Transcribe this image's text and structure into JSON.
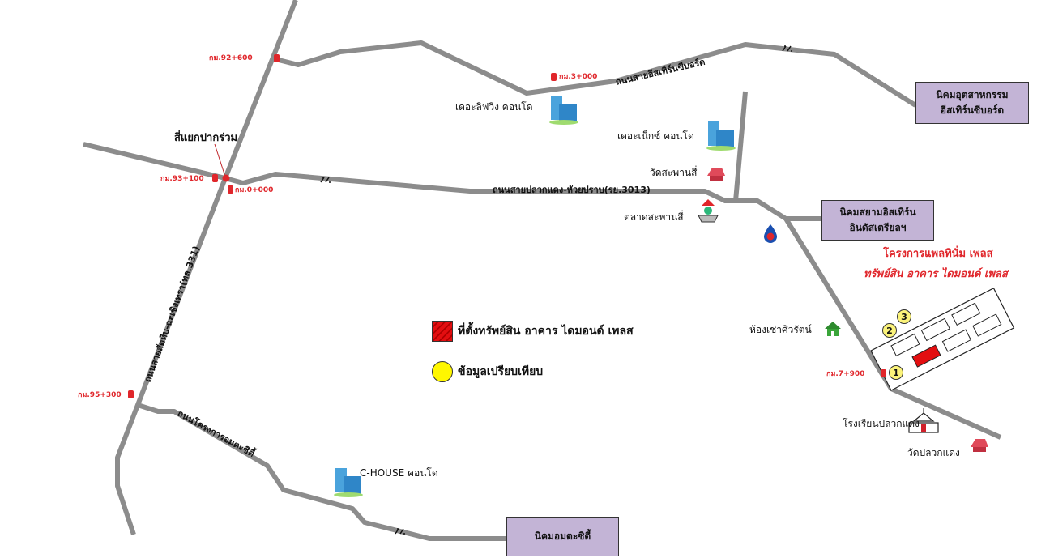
{
  "map": {
    "colors": {
      "road": "#8c8c8c",
      "estate_box": "#c3b4d6",
      "km_marker": "#e0262b",
      "subject": "#e30e10",
      "comparable": "#fff700"
    },
    "roads": {
      "highway_331": "ถนนสายสัตหีบ-ฉะเชิงเทรา(ทล.331)",
      "eastern_seaboard": "ถนนสายอีสเทิร์นซีบอร์ด",
      "pluak_daeng": "ถนนสายปลวกแดง-หัวยปราบ(รย.3013)",
      "amata_project": "ถนนโครงการอมตะซิตี้"
    },
    "junction": {
      "label": "สี่แยกปากร่วม"
    },
    "km_markers": [
      {
        "label": "กม.92+600",
        "icon": "km-post-icon"
      },
      {
        "label": "กม.3+000",
        "icon": "km-post-icon"
      },
      {
        "label": "กม.93+100",
        "icon": "km-post-icon"
      },
      {
        "label": "กม.0+000",
        "icon": "km-post-icon"
      },
      {
        "label": "กม.95+300",
        "icon": "km-post-icon"
      },
      {
        "label": "กม.7+900",
        "icon": "km-post-icon"
      }
    ],
    "estates": [
      {
        "line1": "นิคมอุตสาหกรรม",
        "line2": "อีสเทิร์นซีบอร์ด"
      },
      {
        "line1": "นิคมสยามอิสเทิร์น",
        "line2": "อินดัสเตรียลฯ"
      },
      {
        "line1": "นิคมอมตะซิตี้",
        "line2": ""
      }
    ],
    "landmarks": {
      "the_living_condo": "เดอะลิฟวิ่ง คอนโด",
      "the_next_condo": "เดอะเน็กซ์ คอนโด",
      "wat_saphan_si": "วัดสะพานสี่",
      "talat_saphan_si": "ตลาดสะพานสี่",
      "siwarat_apartment": "ห้องเช่าศิวรัตน์",
      "pluak_daeng_school": "โรงเรียนปลวกแดง",
      "wat_pluak_daeng": "วัดปลวกแดง",
      "c_house_condo": "C-HOUSE คอนโด"
    },
    "project": {
      "line1": "โครงการแพลทินั่ม เพลส",
      "line2": "ทรัพย์สิน อาคาร ไดมอนด์ เพลส"
    },
    "comparables": [
      "1",
      "2",
      "3"
    ],
    "legend": {
      "subject_label": "ที่ตั้งทรัพย์สิน อาคาร ไดมอนด์ เพลส",
      "comparable_label": "ข้อมูลเปรียบเทียบ"
    }
  }
}
